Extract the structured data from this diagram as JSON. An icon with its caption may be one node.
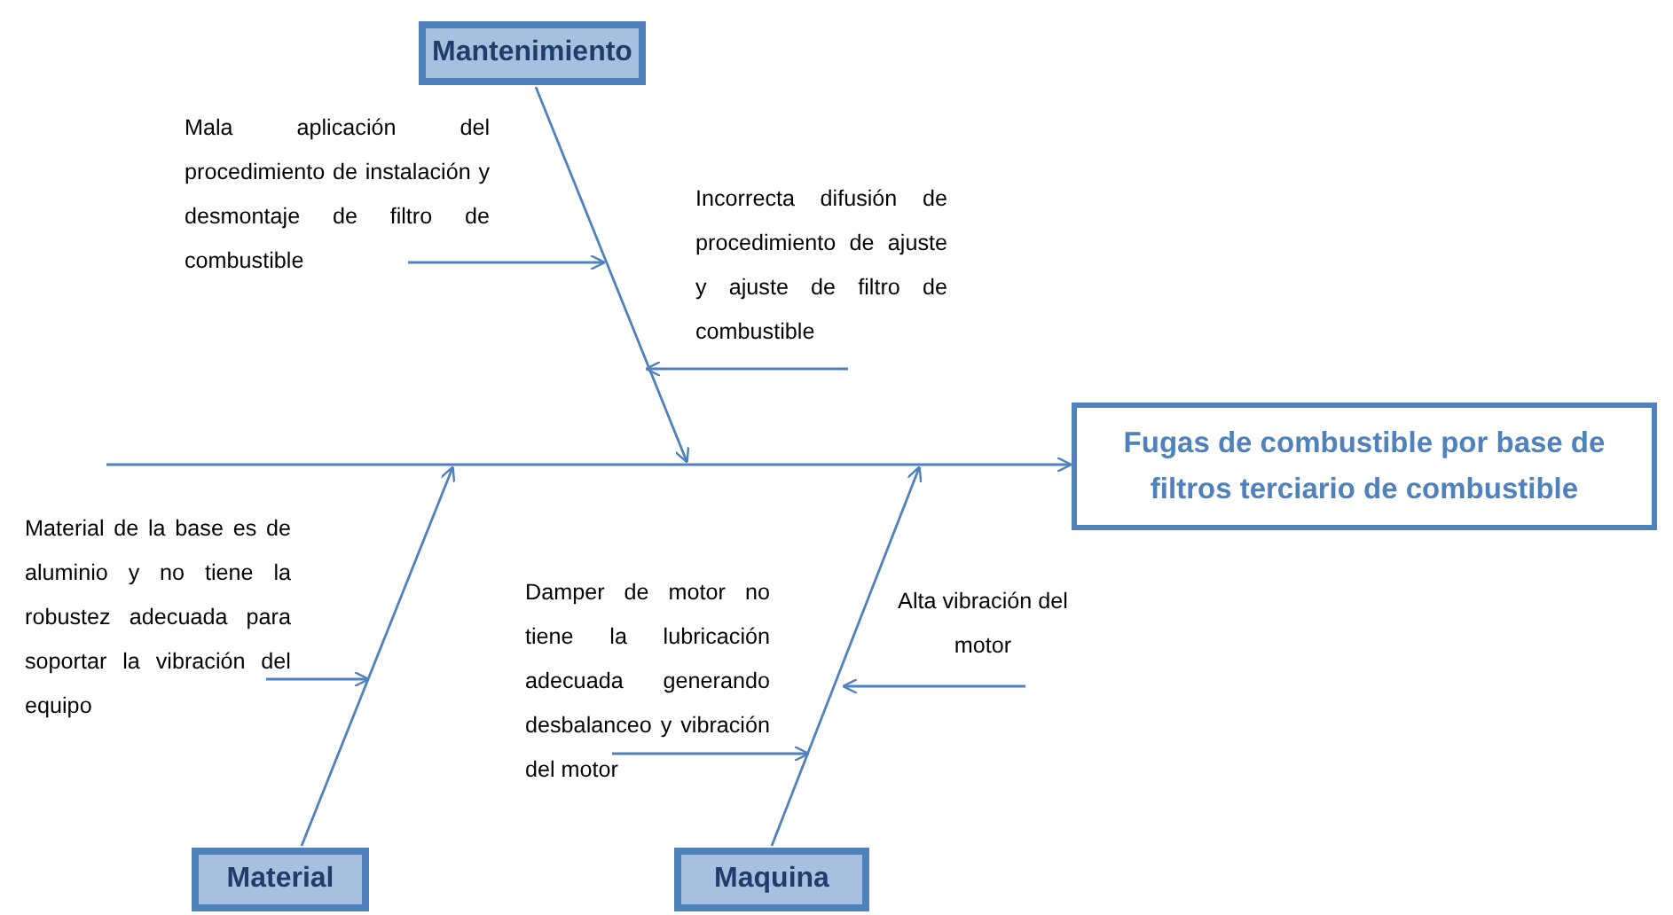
{
  "diagram": {
    "nodes": [
      {
        "text": [
          "Mantenimiento"
        ]
      },
      {
        "text": [
          "Material"
        ]
      },
      {
        "text": [
          "Maquina"
        ]
      },
      {
        "text": [
          "Fugas de combustible por base de filtros terciario de combustible"
        ]
      },
      {
        "text": [
          "Mala aplicación del procedimiento de instalación y desmontaje de filtro de combustible"
        ]
      },
      {
        "text": [
          "Incorrecta difusión de procedimiento de ajuste y ajuste de filtro de combustible"
        ]
      },
      {
        "text": [
          "Material de la base es de aluminio y no tiene la robustez adecuada para soportar la vibración del equipo"
        ]
      },
      {
        "text": [
          "Damper de motor no tiene la lubricación adecuada generando desbalanceo y vibración del motor"
        ]
      },
      {
        "text": [
          "Alta vibración del motor"
        ]
      }
    ],
    "edges": [
      {
        "from": null,
        "to": 3,
        "arrow": "to"
      },
      {
        "from": 0,
        "to": null,
        "arrow": "to"
      },
      {
        "from": 1,
        "to": null,
        "arrow": "to"
      },
      {
        "from": 2,
        "to": null,
        "arrow": "to"
      },
      {
        "from": 4,
        "to": null,
        "arrow": "to"
      },
      {
        "from": 5,
        "to": null,
        "arrow": "to"
      },
      {
        "from": 6,
        "to": null,
        "arrow": "to"
      },
      {
        "from": 7,
        "to": null,
        "arrow": "to"
      },
      {
        "from": 8,
        "to": null,
        "arrow": "to"
      }
    ]
  }
}
